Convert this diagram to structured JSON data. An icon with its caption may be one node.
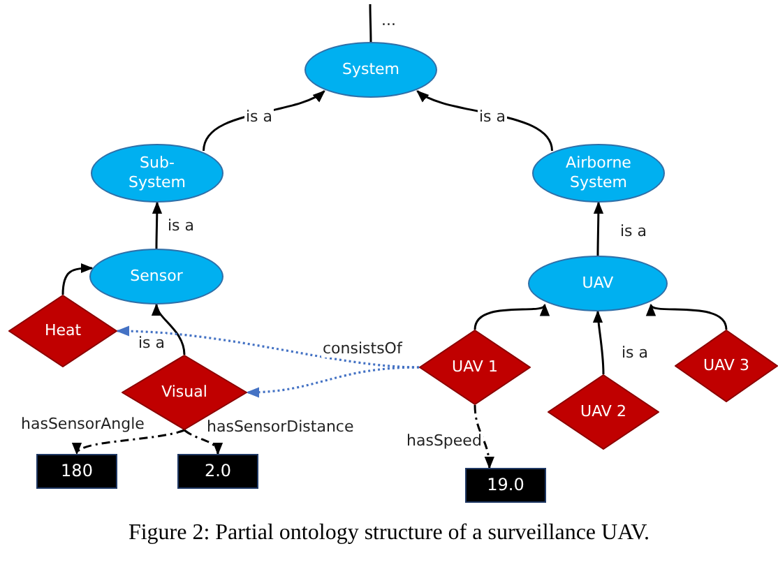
{
  "diagram": {
    "caption": "Figure 2: Partial ontology structure of a surveillance UAV.",
    "nodes": [
      {
        "text": [
          "System"
        ]
      },
      {
        "text": [
          "Sub-System"
        ]
      },
      {
        "text": [
          "Airborne System"
        ]
      },
      {
        "text": [
          "Sensor"
        ]
      },
      {
        "text": [
          "UAV"
        ]
      },
      {
        "text": [
          "Heat"
        ]
      },
      {
        "text": [
          "Visual"
        ]
      },
      {
        "text": [
          "UAV 1"
        ]
      },
      {
        "text": [
          "UAV 2"
        ]
      },
      {
        "text": [
          "UAV 3"
        ]
      },
      {
        "text": [
          "180"
        ]
      },
      {
        "text": [
          "2.0"
        ]
      },
      {
        "text": [
          "19.0"
        ]
      }
    ],
    "edges": [
      {
        "from": null,
        "to": 0,
        "arrow": "none",
        "label": "..."
      },
      {
        "from": 1,
        "to": 0,
        "arrow": "to",
        "label": "is a"
      },
      {
        "from": 2,
        "to": 0,
        "arrow": "to",
        "label": "is a"
      },
      {
        "from": 3,
        "to": 1,
        "arrow": "to",
        "label": "is a"
      },
      {
        "from": 4,
        "to": 2,
        "arrow": "to",
        "label": "is a"
      },
      {
        "from": 5,
        "to": 3,
        "arrow": "to"
      },
      {
        "from": 6,
        "to": 3,
        "arrow": "to",
        "label": "is a"
      },
      {
        "from": 7,
        "to": 4,
        "arrow": "to"
      },
      {
        "from": 8,
        "to": 4,
        "arrow": "to",
        "label": "is a"
      },
      {
        "from": 9,
        "to": 4,
        "arrow": "to"
      },
      {
        "from": 7,
        "to": 5,
        "arrow": "to",
        "label": "consistsOf",
        "style": "dashed",
        "color": "#4472c4"
      },
      {
        "from": 7,
        "to": 6,
        "arrow": "to",
        "style": "dashed",
        "color": "#4472c4"
      },
      {
        "from": 6,
        "to": 10,
        "arrow": "to",
        "label": "hasSensorAngle",
        "style": "dashed"
      },
      {
        "from": 6,
        "to": 11,
        "arrow": "to",
        "label": "hasSensorDistance",
        "style": "dashed"
      },
      {
        "from": 7,
        "to": 12,
        "arrow": "to",
        "label": "hasSpeed",
        "style": "dashed"
      }
    ]
  }
}
